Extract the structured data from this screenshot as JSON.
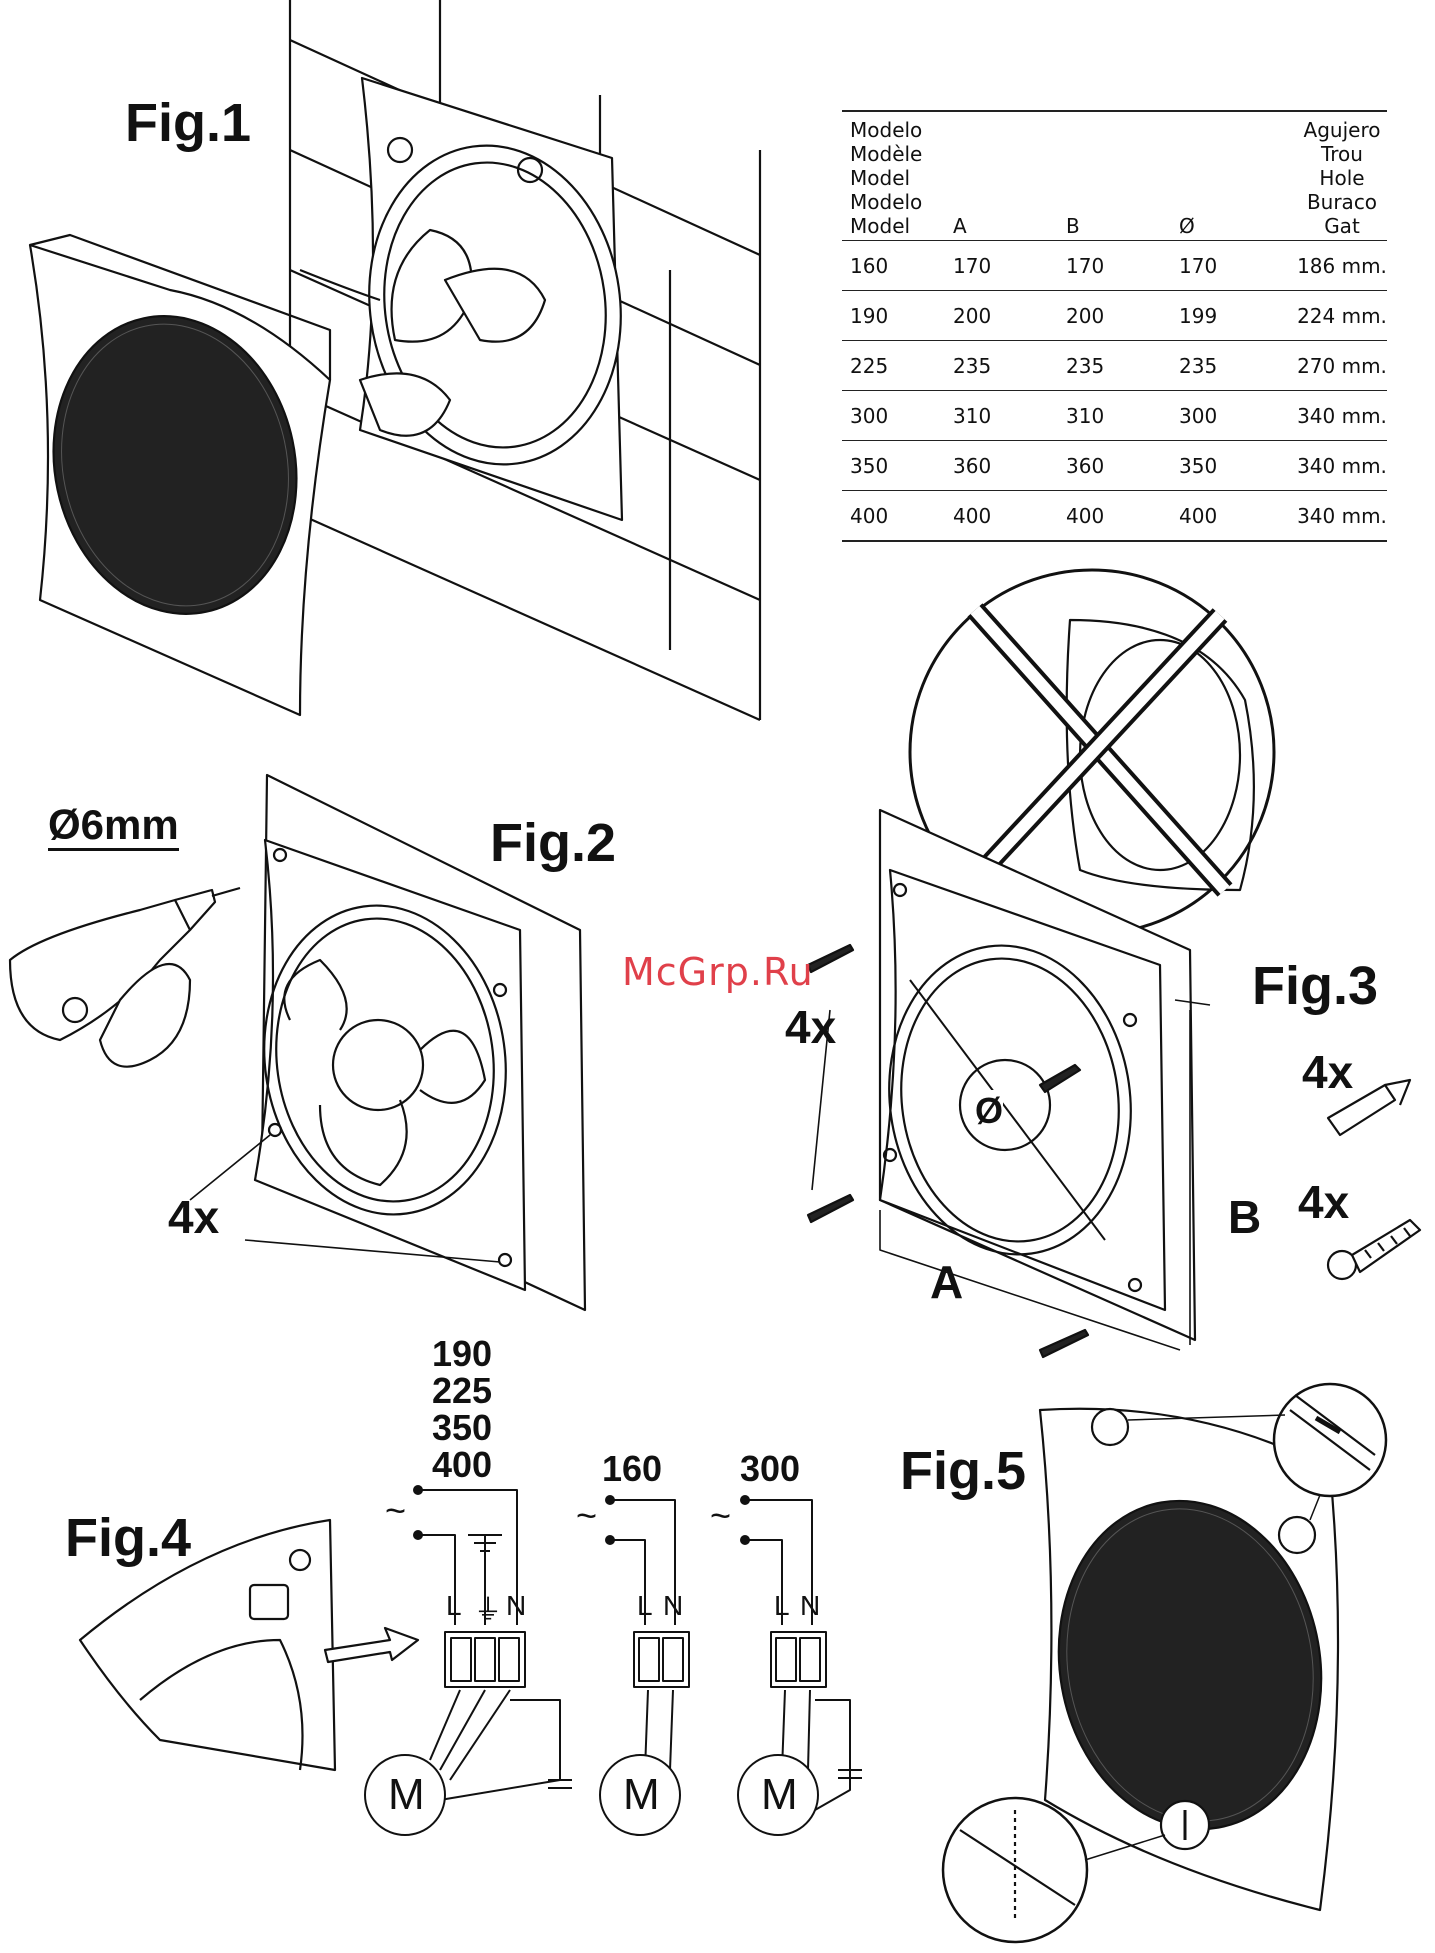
{
  "figures": {
    "fig1": "Fig.1",
    "fig2": "Fig.2",
    "fig3": "Fig.3",
    "fig4": "Fig.4",
    "fig5": "Fig.5"
  },
  "table": {
    "headers": {
      "model": [
        "Modelo",
        "Modèle",
        "Model",
        "Modelo",
        "Model"
      ],
      "a": "A",
      "b": "B",
      "diameter": "Ø",
      "hole": [
        "Agujero",
        "Trou",
        "Hole",
        "Buraco",
        "Gat"
      ]
    },
    "rows": [
      {
        "model": "160",
        "a": "170",
        "b": "170",
        "d": "170",
        "hole": "186  mm."
      },
      {
        "model": "190",
        "a": "200",
        "b": "200",
        "d": "199",
        "hole": "224  mm."
      },
      {
        "model": "225",
        "a": "235",
        "b": "235",
        "d": "235",
        "hole": "270  mm."
      },
      {
        "model": "300",
        "a": "310",
        "b": "310",
        "d": "300",
        "hole": "340  mm."
      },
      {
        "model": "350",
        "a": "360",
        "b": "360",
        "d": "350",
        "hole": "340  mm."
      },
      {
        "model": "400",
        "a": "400",
        "b": "400",
        "d": "400",
        "hole": "340  mm."
      }
    ]
  },
  "fig2": {
    "drill": "Ø6mm",
    "count": "4x"
  },
  "fig3": {
    "count_left": "4x",
    "dowels": "4x",
    "screws": "4x",
    "dim_a": "A",
    "dim_b": "B",
    "dim_d": "Ø"
  },
  "fig4": {
    "models_group": [
      "190",
      "225",
      "350",
      "400"
    ],
    "model_160": "160",
    "model_300": "300",
    "tilde": "~",
    "l": "L",
    "n": "N",
    "earth": "⏚",
    "motor": "M"
  },
  "watermark": "McGrp.Ru"
}
